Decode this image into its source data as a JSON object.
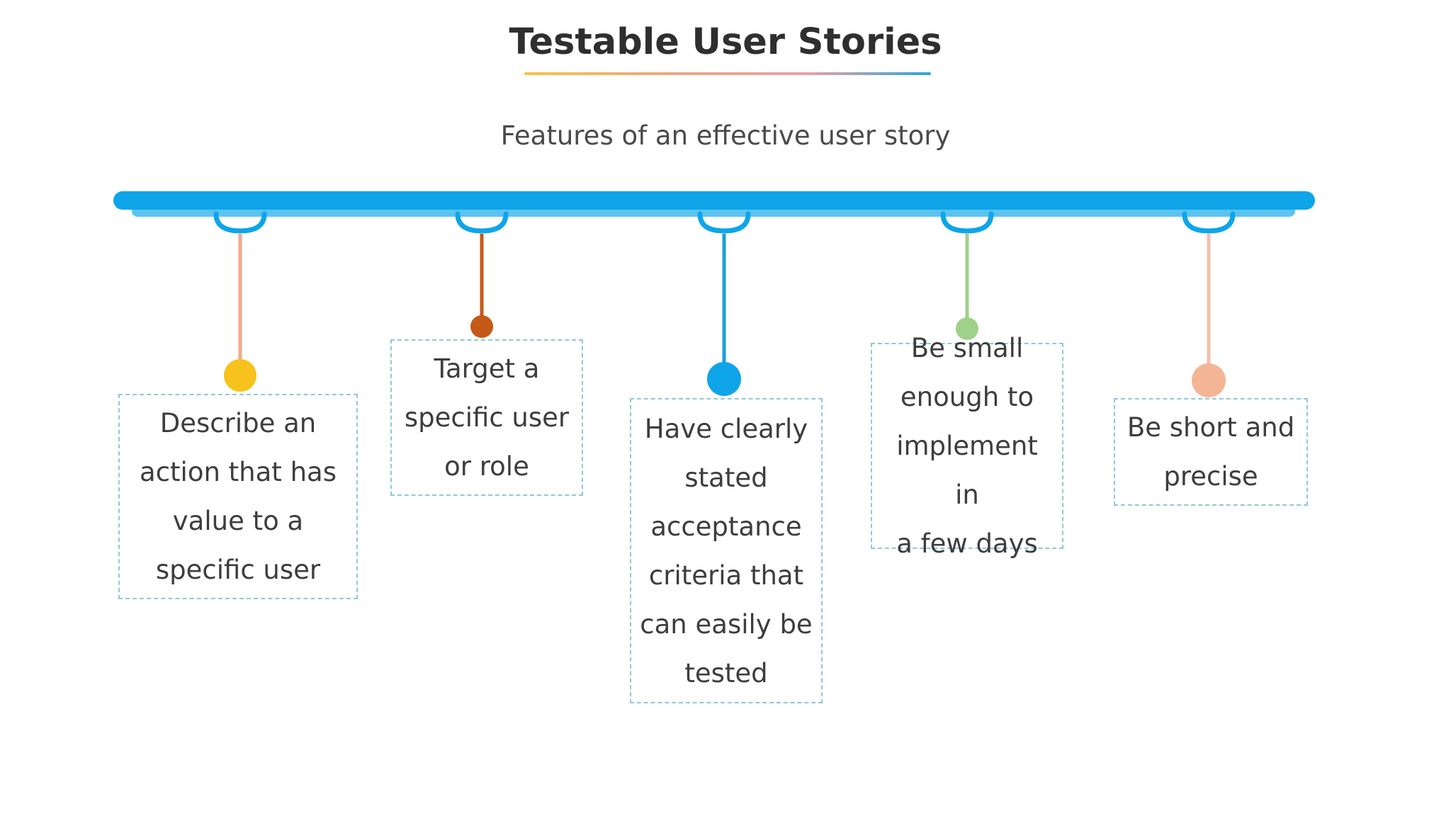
{
  "title": "Testable User Stories",
  "subtitle": "Features of an effective user story",
  "colors": {
    "timeline": "#0ea5e9",
    "title_underline": [
      "#f6c343",
      "#f0a780",
      "#e9a0a8",
      "#2aa7d8"
    ],
    "card_border": "#8fc9d6"
  },
  "items": [
    {
      "text": "Describe an action that has value to a specific user",
      "lines": [
        "Describe an",
        "action that has",
        "value to a",
        "specific user"
      ],
      "color": "#f4a98a",
      "dot_color": "#f8c21c",
      "hook_color": "#0ea5e9"
    },
    {
      "text": "Target a specific user or role",
      "lines": [
        "Target a",
        "specific user",
        "or role"
      ],
      "color": "#c55a18",
      "dot_color": "#c55a18",
      "hook_color": "#0ea5e9"
    },
    {
      "text": "Have clearly stated acceptance criteria that can easily be tested",
      "lines": [
        "Have clearly",
        "stated",
        "acceptance",
        "criteria that",
        "can easily be",
        "tested"
      ],
      "color": "#1a9fd8",
      "dot_color": "#0ea5e9",
      "hook_color": "#0ea5e9"
    },
    {
      "text": "Be small enough to implement in a few days",
      "lines": [
        "Be small",
        "enough to",
        "implement in",
        "a few days"
      ],
      "color": "#9fd18a",
      "dot_color": "#9fd18a",
      "hook_color": "#0ea5e9"
    },
    {
      "text": "Be short and precise",
      "lines": [
        "Be short and",
        "precise"
      ],
      "color": "#f4c0a8",
      "dot_color": "#f4b595",
      "hook_color": "#0ea5e9"
    }
  ]
}
